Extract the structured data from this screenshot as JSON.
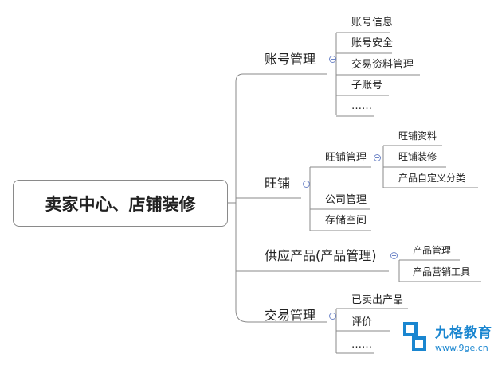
{
  "diagram": {
    "root": "卖家中心、店铺装修",
    "branches": [
      {
        "label": "账号管理",
        "children": [
          "账号信息",
          "账号安全",
          "交易资料管理",
          "子账号",
          "……"
        ]
      },
      {
        "label": "旺铺",
        "children": [
          {
            "label": "旺铺管理",
            "children": [
              "旺铺资料",
              "旺铺装修",
              "产品自定义分类"
            ]
          },
          {
            "label": "公司管理"
          },
          {
            "label": "存储空间"
          }
        ]
      },
      {
        "label": "供应产品(产品管理)",
        "children": [
          "产品管理",
          "产品营销工具"
        ]
      },
      {
        "label": "交易管理",
        "children": [
          "已卖出产品",
          "评价",
          "……"
        ]
      }
    ]
  },
  "logo": {
    "name": "九格教育",
    "url": "www.9ge.cn",
    "color": "#1a86d0"
  },
  "colors": {
    "line": "#8a8a8a",
    "toggle": "#6f86c8"
  }
}
